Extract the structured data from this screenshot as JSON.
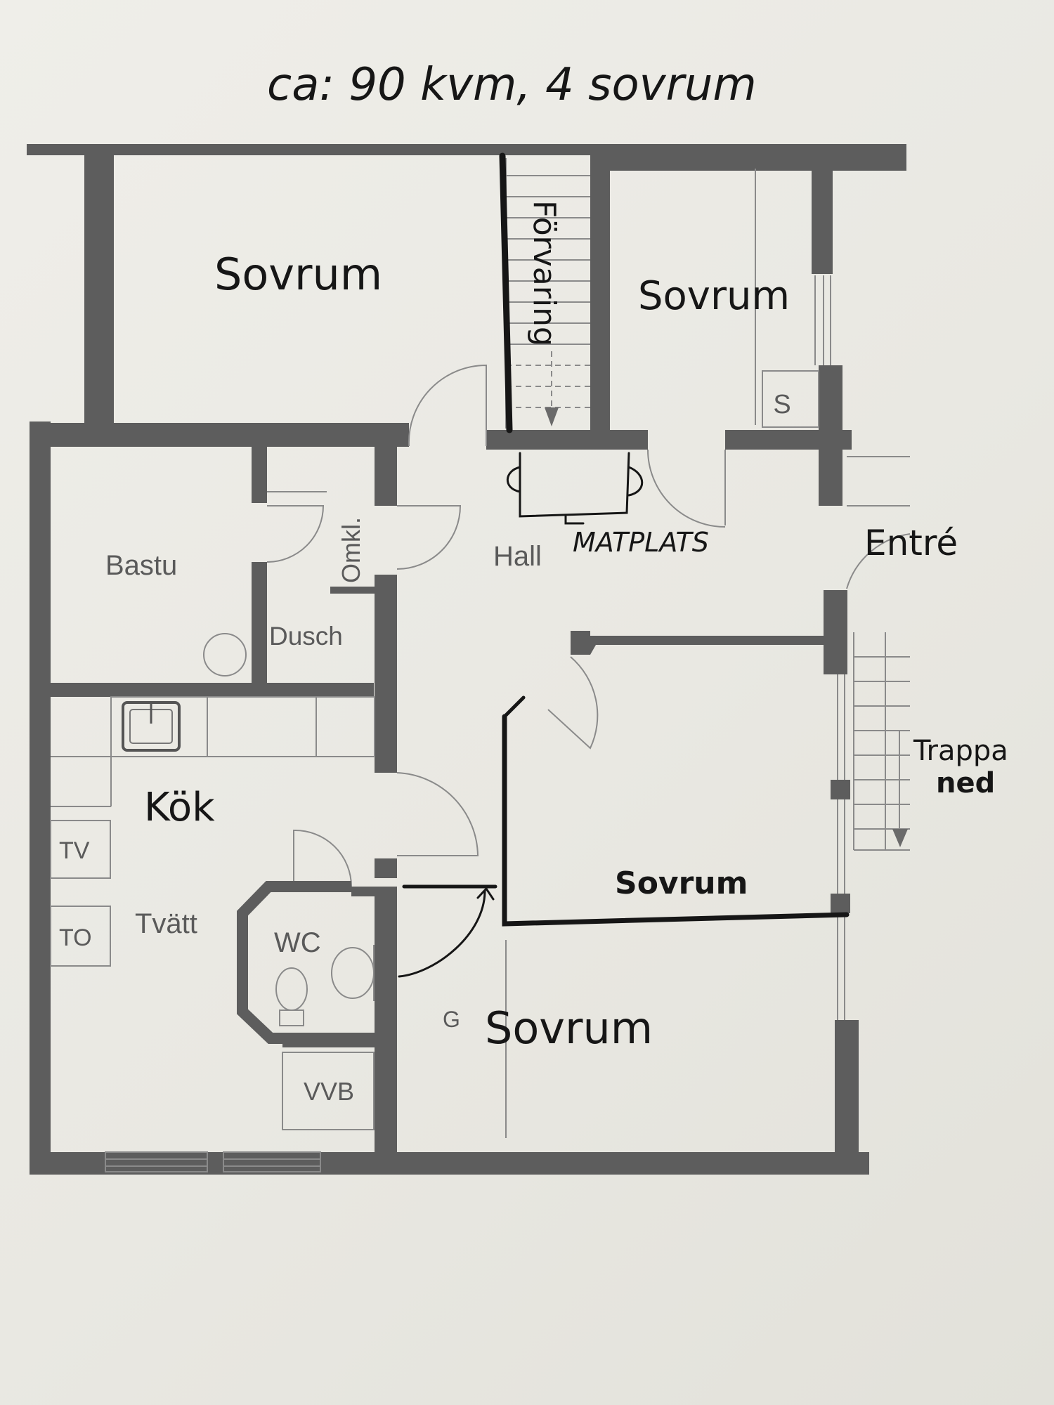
{
  "header": {
    "note": "ca: 90 kvm, 4 sovrum"
  },
  "labels": {
    "sovrum_top_left": "Sovrum",
    "sovrum_top_right": "Sovrum",
    "forvaring": "Förvaring",
    "storage_s": "S",
    "bastu": "Bastu",
    "omkl": "Omkl.",
    "dusch": "Dusch",
    "hall": "Hall",
    "matplats": "MATPLATS",
    "entre": "Entré",
    "kok": "Kök",
    "tv": "TV",
    "to": "TO",
    "tvatt": "Tvätt",
    "wc": "WC",
    "vvb": "VVB",
    "trappa": "Trappa",
    "ned": "ned",
    "sovrum_middle": "Sovrum",
    "sovrum_bottom": "Sovrum",
    "g": "G"
  },
  "colors": {
    "wall": "#5d5d5d",
    "ink": "#161616",
    "thin_line": "#8a8a8a",
    "paper": "#ecebe6"
  }
}
